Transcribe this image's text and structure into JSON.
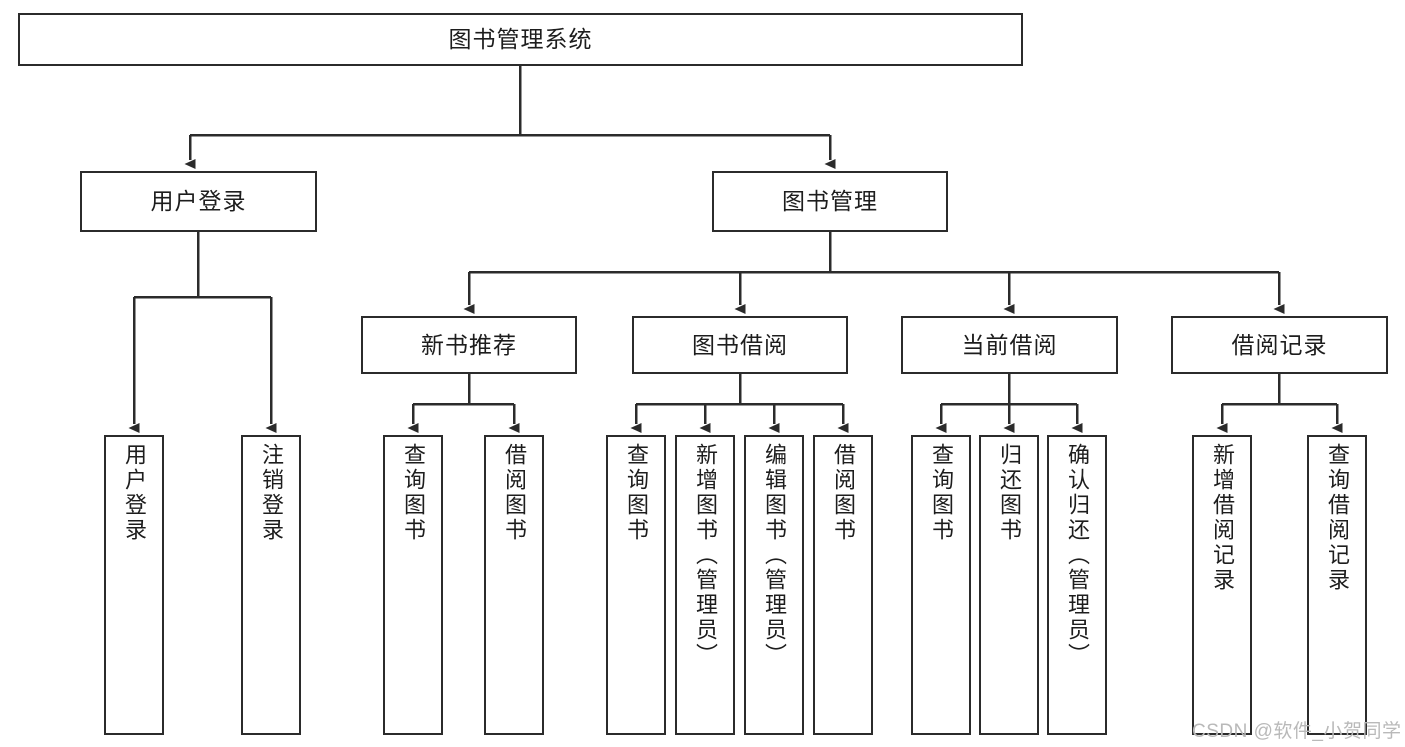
{
  "diagram": {
    "type": "tree-hierarchy-chart",
    "title": "图书管理系统",
    "orientation": "top-down",
    "colors": {
      "stroke": "#2b2b2b",
      "fill": "#ffffff",
      "text": "#1d1d1d",
      "watermark": "#b9b9b9",
      "background": "#ffffff"
    }
  },
  "watermark": {
    "text": "CSDN @软件_小贺同学"
  },
  "nodes": {
    "root": {
      "label": "图书管理系统",
      "level": 0
    },
    "level1": [
      {
        "id": "user-login",
        "label": "用户登录"
      },
      {
        "id": "book-management",
        "label": "图书管理"
      }
    ],
    "level2": [
      {
        "id": "new-book-recommend",
        "label": "新书推荐",
        "parent": "book-management"
      },
      {
        "id": "book-borrow",
        "label": "图书借阅",
        "parent": "book-management"
      },
      {
        "id": "current-borrow",
        "label": "当前借阅",
        "parent": "book-management"
      },
      {
        "id": "borrow-record",
        "label": "借阅记录",
        "parent": "book-management"
      }
    ],
    "leaves": [
      {
        "id": "leaf-user-login",
        "label": "用户登录",
        "parent": "user-login"
      },
      {
        "id": "leaf-logout-login",
        "label": "注销登录",
        "parent": "user-login"
      },
      {
        "id": "leaf-query-book-1",
        "label": "查询图书",
        "parent": "new-book-recommend"
      },
      {
        "id": "leaf-borrow-book-1",
        "label": "借阅图书",
        "parent": "new-book-recommend"
      },
      {
        "id": "leaf-query-book-2",
        "label": "查询图书",
        "parent": "book-borrow"
      },
      {
        "id": "leaf-add-book",
        "label": "新增图书（管理员）",
        "parent": "book-borrow"
      },
      {
        "id": "leaf-edit-book",
        "label": "编辑图书（管理员）",
        "parent": "book-borrow"
      },
      {
        "id": "leaf-borrow-book-2",
        "label": "借阅图书",
        "parent": "book-borrow"
      },
      {
        "id": "leaf-query-book-3",
        "label": "查询图书",
        "parent": "current-borrow"
      },
      {
        "id": "leaf-return-book",
        "label": "归还图书",
        "parent": "current-borrow"
      },
      {
        "id": "leaf-confirm-return",
        "label": "确认归还（管理员）",
        "parent": "current-borrow"
      },
      {
        "id": "leaf-add-record",
        "label": "新增借阅记录",
        "parent": "borrow-record"
      },
      {
        "id": "leaf-query-record",
        "label": "查询借阅记录",
        "parent": "borrow-record"
      }
    ]
  }
}
